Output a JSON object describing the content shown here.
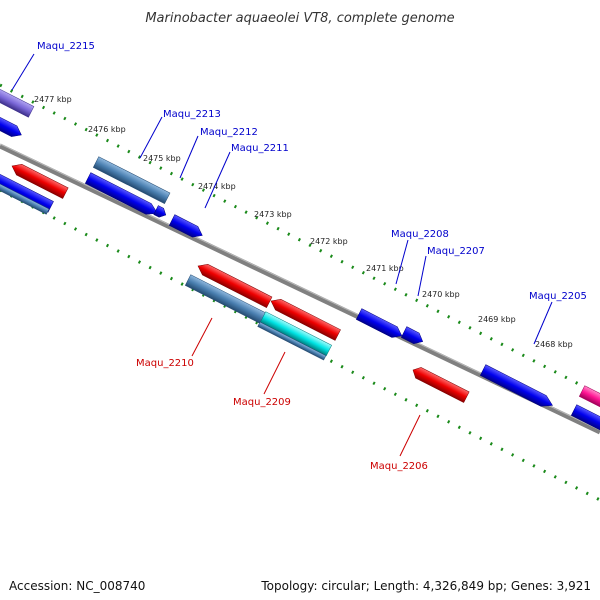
{
  "title": "Marinobacter aquaeolei VT8, complete genome",
  "footer": {
    "accession": "Accession: NC_008740",
    "topology": "Topology: circular; Length: 4,326,849 bp; Genes: 3,921"
  },
  "tick_labels": [
    "2477 kbp",
    "2476 kbp",
    "2475 kbp",
    "2474 kbp",
    "2473 kbp",
    "2472 kbp",
    "2471 kbp",
    "2470 kbp",
    "2469 kbp",
    "2468 kbp"
  ],
  "colors": {
    "forward_gene": "#0000ee",
    "reverse_gene": "#ee0000",
    "steel_gene": "#4a7fb0",
    "cyan_gene": "#00e5e5",
    "purple_gene": "#7b68d8",
    "pink_gene": "#ff1493",
    "backbone": "#808080",
    "tick_dots": "#1a8a1a",
    "forward_label": "#0000cc",
    "reverse_label": "#cc0000"
  },
  "gene_labels": {
    "forward": [
      "Maqu_2215",
      "Maqu_2213",
      "Maqu_2212",
      "Maqu_2211",
      "Maqu_2208",
      "Maqu_2207",
      "Maqu_2205"
    ],
    "reverse": [
      "Maqu_2210",
      "Maqu_2209",
      "Maqu_2206"
    ]
  }
}
